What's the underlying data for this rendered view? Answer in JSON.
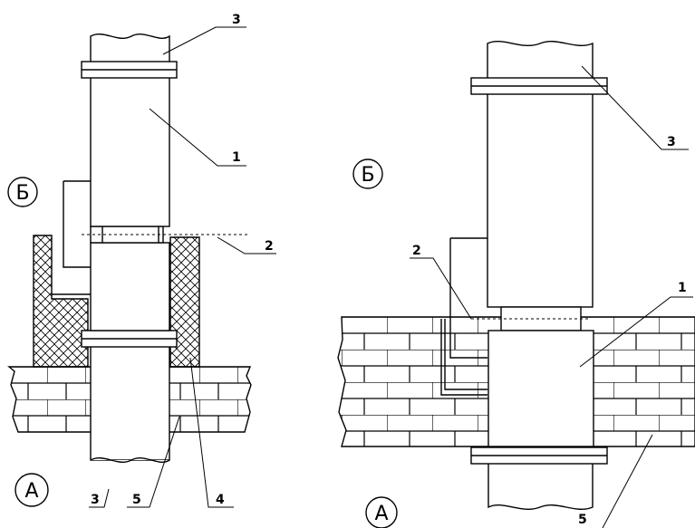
{
  "left": {
    "label_b": "Б",
    "label_a": "А",
    "callouts": [
      "3",
      "1",
      "2",
      "3",
      "5",
      "4"
    ]
  },
  "right": {
    "label_b": "Б",
    "label_a": "А",
    "callouts": [
      "3",
      "2",
      "1",
      "5"
    ]
  },
  "colors": {
    "ink": "#000000",
    "paper": "#ffffff"
  }
}
